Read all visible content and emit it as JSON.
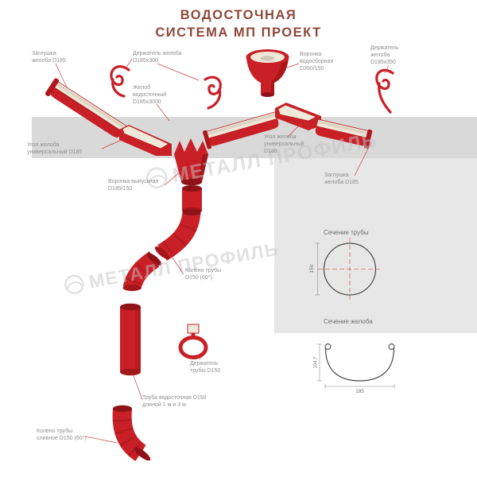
{
  "title": {
    "line1": "ВОДОСТОЧНАЯ",
    "line2": "СИСТЕМА МП ПРОЕКТ"
  },
  "watermark": {
    "text": "МЕТАЛЛ ПРОФИЛЬ"
  },
  "labels": {
    "cap_left": "Заглушка желоба D185",
    "gutter_holder_300": "Держатель желоба D185х300",
    "gutter": "Желоб водосточный D185х3000",
    "collector_funnel": "Воронка водосборная D350/150",
    "gutter_holder_350": "Держатель желоба D185х350",
    "corner_left": "Угол желоба универсальный D185",
    "corner_right": "Угол желоба универсальный D185",
    "cap_right": "Заглушка желоба D185",
    "outlet_funnel": "Воронка выпускная D185/150",
    "elbow": "Колено трубы D150 (60°)",
    "pipe_holder": "Держатель трубы D150",
    "pipe": "Труба водосточная D150 длиной 1 м и 3 м",
    "drain_elbow": "Колено трубы сливное D150 (60°)"
  },
  "sections": {
    "pipe": {
      "title": "Сечение трубы",
      "diameter": "150"
    },
    "gutter": {
      "title": "Сечение желоба",
      "width": "185",
      "height": "104,7"
    }
  },
  "colors": {
    "red": "#c92027",
    "dark_red": "#8e1317",
    "cream": "#f0e8d8",
    "title": "#8f4839",
    "leader": "#d04040"
  }
}
